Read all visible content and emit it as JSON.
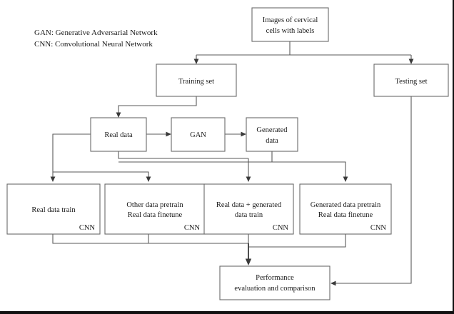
{
  "figure": {
    "title": "Cervical cell classification pipeline flowchart",
    "background": "#ffffff",
    "line_color": "#5a5a5a",
    "text_color": "#1a1a1a",
    "frame": {
      "right_border": true,
      "bottom_border": true
    }
  },
  "legend": {
    "lines": [
      "GAN:  Generative Adversarial Network",
      "CNN: Convolutional Neural Network"
    ]
  },
  "nodes": {
    "source": {
      "line1": "Images of cervical",
      "line2": "cells with labels"
    },
    "training_set": {
      "label": "Training set"
    },
    "testing_set": {
      "label": "Testing set"
    },
    "real_data": {
      "label": "Real data"
    },
    "gan": {
      "label": "GAN"
    },
    "generated_data": {
      "line1": "Generated",
      "line2": "data"
    },
    "branch1": {
      "line1": "Real data train",
      "line2": "",
      "tag": "CNN"
    },
    "branch2": {
      "line1": "Other data pretrain",
      "line2": "Real data finetune",
      "tag": "CNN"
    },
    "branch3": {
      "line1": "Real data + generated",
      "line2": "data train",
      "tag": "CNN"
    },
    "branch4": {
      "line1": "Generated data pretrain",
      "line2": "Real data finetune",
      "tag": "CNN"
    },
    "performance": {
      "line1": "Performance",
      "line2": "evaluation and comparison"
    }
  },
  "edges": [
    {
      "from": "source",
      "to": "training_set"
    },
    {
      "from": "source",
      "to": "testing_set"
    },
    {
      "from": "training_set",
      "to": "real_data"
    },
    {
      "from": "real_data",
      "to": "gan"
    },
    {
      "from": "gan",
      "to": "generated_data"
    },
    {
      "from": "real_data",
      "to": "branch1"
    },
    {
      "from": "real_data",
      "to": "branch2"
    },
    {
      "from": "real_data",
      "to": "branch3"
    },
    {
      "from": "generated_data",
      "to": "branch3"
    },
    {
      "from": "generated_data",
      "to": "branch4"
    },
    {
      "from": "branch1",
      "to": "performance"
    },
    {
      "from": "branch2",
      "to": "performance"
    },
    {
      "from": "branch3",
      "to": "performance"
    },
    {
      "from": "branch4",
      "to": "performance"
    },
    {
      "from": "testing_set",
      "to": "performance"
    }
  ]
}
